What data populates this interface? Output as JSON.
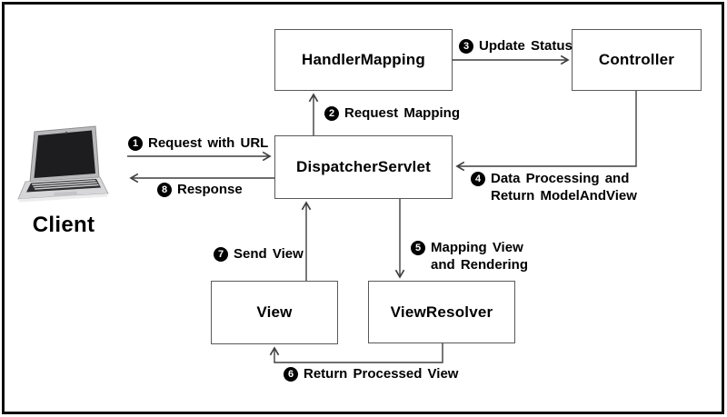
{
  "diagram": {
    "title_implied": "Spring MVC request flow",
    "client": {
      "label": "Client",
      "icon": "laptop-icon"
    },
    "boxes": {
      "handler_mapping": "HandlerMapping",
      "controller": "Controller",
      "dispatcher_servlet": "DispatcherServlet",
      "view": "View",
      "view_resolver": "ViewResolver"
    },
    "steps": {
      "s1": {
        "num": "1",
        "text": "Request with URL"
      },
      "s2": {
        "num": "2",
        "text": "Request Mapping"
      },
      "s3": {
        "num": "3",
        "text": "Update Status"
      },
      "s4": {
        "num": "4",
        "line1": "Data Processing and",
        "line2": "Return ModelAndView"
      },
      "s5": {
        "num": "5",
        "line1": "Mapping View",
        "line2": "and Rendering"
      },
      "s6": {
        "num": "6",
        "text": "Return Processed View"
      },
      "s7": {
        "num": "7",
        "text": "Send View"
      },
      "s8": {
        "num": "8",
        "text": "Response"
      }
    },
    "colors": {
      "background": "#ffffff",
      "frame_border": "#0e0e0e",
      "box_border": "#595959",
      "arrow_line": "#3f3f3f",
      "step_circle": "#000000",
      "step_circle_text": "#ffffff",
      "text": "#000000"
    }
  }
}
